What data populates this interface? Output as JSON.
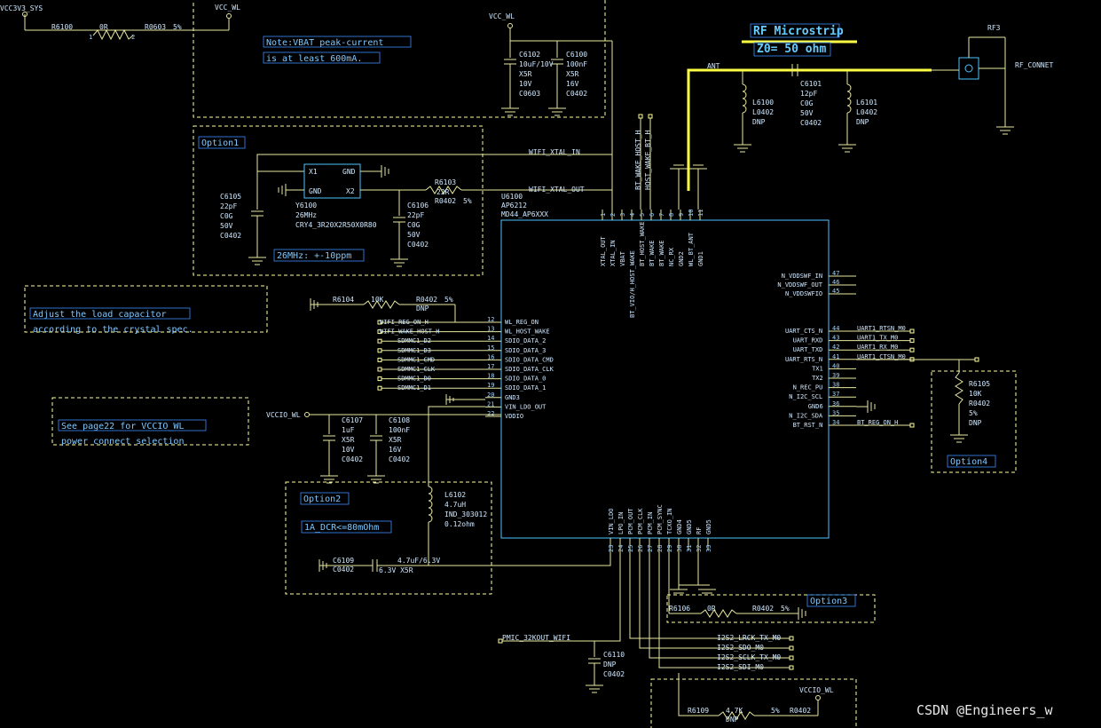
{
  "watermark": "CSDN @Engineers_w",
  "rf": {
    "title": "RF Microstrip",
    "impedance": "Z0= 50 ohm",
    "net_ant": "ANT",
    "connector_ref": "RF3",
    "connector_net": "RF_CONNET"
  },
  "notes": {
    "vbat_line1": "Note:VBAT peak-current",
    "vbat_line2": "is at least 600mA.",
    "option1": "Option1",
    "crystal_tol": "26MHz: +-10ppm",
    "load_cap_line1": "Adjust the load capacitor",
    "load_cap_line2": "according to the crystal spec.",
    "vccio_line1": "See page22 for VCCIO_WL",
    "vccio_line2": "power connect selection",
    "option2": "Option2",
    "dcr": "1A_DCR<=80mOhm",
    "option3": "Option3",
    "option4": "Option4"
  },
  "nets": {
    "vcc3v3_sys": "VCC3V3_SYS",
    "vcc_wl_top": "VCC_WL",
    "vcc_wl_mid": "VCC_WL",
    "vccio_wl": "VCCIO_WL",
    "vccio_wl_bottom": "VCCIO_WL",
    "wifi_xtal_in": "WIFI_XTAL_IN",
    "wifi_xtal_out": "WIFI_XTAL_OUT",
    "pmic_32k": "PMIC_32KOUT_WIFI"
  },
  "parts": {
    "r6100": [
      "R6100",
      "0R",
      "R0603",
      "5%"
    ],
    "c6102": [
      "C6102",
      "10uF/10V",
      "X5R",
      "10V",
      "C0603"
    ],
    "c6100": [
      "C6100",
      "100nF",
      "X5R",
      "16V",
      "C0402"
    ],
    "l6100": [
      "L6100",
      "L0402",
      "DNP"
    ],
    "c6101": [
      "C6101",
      "12pF",
      "C0G",
      "50V",
      "C0402"
    ],
    "l6101": [
      "L6101",
      "L0402",
      "DNP"
    ],
    "c6105": [
      "C6105",
      "22pF",
      "C0G",
      "50V",
      "C0402"
    ],
    "y6100": [
      "Y6100",
      "26MHz",
      "CRY4_3R20X2R50X0R80"
    ],
    "y6100_pins": [
      "X1",
      "GND",
      "GND",
      "X2"
    ],
    "r6103": [
      "R6103",
      "22R",
      "R0402",
      "5%"
    ],
    "c6106": [
      "C6106",
      "22pF",
      "C0G",
      "50V",
      "C0402"
    ],
    "r6104": [
      "R6104",
      "10K",
      "R0402",
      "5%",
      "DNP"
    ],
    "c6107": [
      "C6107",
      "1uF",
      "X5R",
      "10V",
      "C0402"
    ],
    "c6108": [
      "C6108",
      "100nF",
      "X5R",
      "16V",
      "C0402"
    ],
    "l6102": [
      "L6102",
      "4.7uH",
      "IND_303012",
      "0.12ohm"
    ],
    "c6109": [
      "C6109",
      "C0402",
      "4.7uF/6.3V",
      "6.3V X5R"
    ],
    "r6105": [
      "R6105",
      "10K",
      "R0402",
      "5%",
      "DNP"
    ],
    "r6106": [
      "R6106",
      "0R",
      "R0402",
      "5%"
    ],
    "c6110": [
      "C6110",
      "DNP",
      "C0402"
    ],
    "r6109": [
      "R6109",
      "4.7K",
      "DNP",
      "5%",
      "R0402"
    ]
  },
  "ic": {
    "ref": "U6100",
    "part": "AP6212",
    "pkg": "MD44_AP6XXX",
    "top_pins": [
      {
        "num": "1",
        "name": "XTAL_OUT"
      },
      {
        "num": "2",
        "name": "XTAL_IN"
      },
      {
        "num": "3",
        "name": "VBAT"
      },
      {
        "num": "4",
        "name": "BT_VIO/H_HOST_WAKE"
      },
      {
        "num": "5",
        "name": "BT_HOST_WAKE"
      },
      {
        "num": "6",
        "name": "BT_WAKE"
      },
      {
        "num": "7",
        "name": "BT_WAKE"
      },
      {
        "num": "8",
        "name": "NC_RX"
      },
      {
        "num": "9",
        "name": "GND2"
      },
      {
        "num": "10",
        "name": "WL_BT_ANT"
      },
      {
        "num": "11",
        "name": "GND1"
      }
    ],
    "top_nets": [
      "BT_WAKE_HOST_H",
      "HOST_WAKE_BT_H"
    ],
    "left_pins": [
      {
        "num": "12",
        "name": "WL_REG_ON",
        "net": "WIFI_REG_ON_H"
      },
      {
        "num": "13",
        "name": "WL_HOST_WAKE",
        "net": "WIFI_WAKE_HOST_H"
      },
      {
        "num": "14",
        "name": "SDIO_DATA_2",
        "net": "SDMMC1_D2"
      },
      {
        "num": "15",
        "name": "SDIO_DATA_3",
        "net": "SDMMC1_D3"
      },
      {
        "num": "16",
        "name": "SDIO_DATA_CMD",
        "net": "SDMMC1_CMD"
      },
      {
        "num": "17",
        "name": "SDIO_DATA_CLK",
        "net": "SDMMC1_CLK"
      },
      {
        "num": "18",
        "name": "SDIO_DATA_0",
        "net": "SDMMC1_D0"
      },
      {
        "num": "19",
        "name": "SDIO_DATA_1",
        "net": "SDMMC1_D1"
      },
      {
        "num": "20",
        "name": "GND3",
        "net": ""
      },
      {
        "num": "21",
        "name": "VIN_LDO_OUT",
        "net": ""
      },
      {
        "num": "22",
        "name": "VDDIO",
        "net": ""
      }
    ],
    "right_pins_top": [
      {
        "num": "47",
        "name": "N_VDDSWF_IN"
      },
      {
        "num": "46",
        "name": "N_VDDSWF_OUT"
      },
      {
        "num": "45",
        "name": "N_VDDSWFIO"
      }
    ],
    "right_pins": [
      {
        "num": "44",
        "name": "UART_CTS_N",
        "net": "UART1_RTSN_M0"
      },
      {
        "num": "43",
        "name": "UART_RXD",
        "net": "UART1_TX_M0"
      },
      {
        "num": "42",
        "name": "UART_TXD",
        "net": "UART1_RX_M0"
      },
      {
        "num": "41",
        "name": "UART_RTS_N",
        "net": "UART1_CTSN_M0"
      },
      {
        "num": "40",
        "name": "TX1",
        "net": ""
      },
      {
        "num": "39",
        "name": "TX2",
        "net": ""
      },
      {
        "num": "38",
        "name": "N_REC_PU",
        "net": ""
      },
      {
        "num": "37",
        "name": "N_I2C_SCL",
        "net": ""
      },
      {
        "num": "36",
        "name": "GND6",
        "net": ""
      },
      {
        "num": "35",
        "name": "N_I2C_SDA",
        "net": ""
      },
      {
        "num": "34",
        "name": "BT_RST_N",
        "net": "BT_REG_ON_H"
      }
    ],
    "bottom_pins": [
      {
        "num": "23",
        "name": "VIN_LDO"
      },
      {
        "num": "24",
        "name": "LPO_IN"
      },
      {
        "num": "25",
        "name": "PCM_OUT"
      },
      {
        "num": "26",
        "name": "PCM_CLK"
      },
      {
        "num": "27",
        "name": "PCM_IN"
      },
      {
        "num": "28",
        "name": "PCM_SYNC"
      },
      {
        "num": "29",
        "name": "TCXO_IN"
      },
      {
        "num": "30",
        "name": "GND4"
      },
      {
        "num": "31",
        "name": "GND5"
      },
      {
        "num": "32",
        "name": "RF"
      },
      {
        "num": "33",
        "name": "GND5"
      }
    ],
    "bottom_nets": [
      "I2S2_LRCK_TX_M0",
      "I2S2_SDO_M0",
      "I2S2_SCLK_TX_M0",
      "I2S2_SDI_M0"
    ]
  }
}
